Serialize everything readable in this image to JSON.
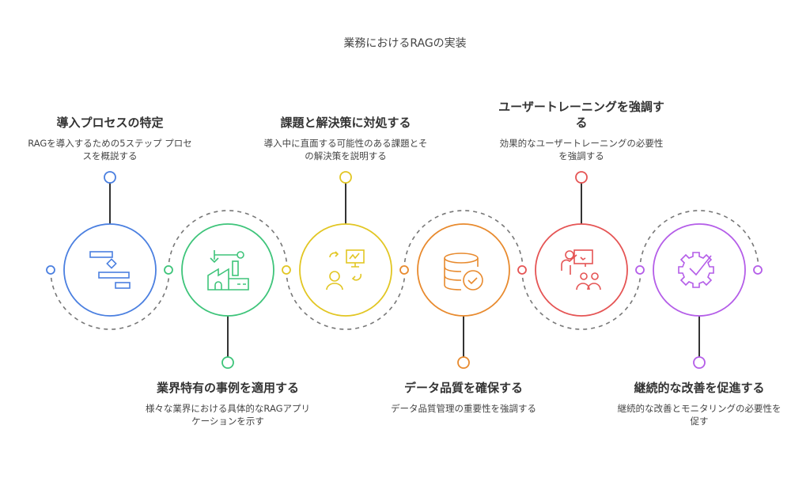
{
  "title": "業務におけるRAGの実装",
  "steps": [
    {
      "title": "導入プロセスの特定",
      "desc": "RAGを導入するための5ステップ プロセスを概説する",
      "color": "#4a7fe0",
      "icon": "gantt-chart-icon"
    },
    {
      "title": "業界特有の事例を適用する",
      "desc": "様々な業界における具体的なRAGアプリケーションを示す",
      "color": "#3ec47a",
      "icon": "factory-robot-arm-icon"
    },
    {
      "title": "課題と解決策に対処する",
      "desc": "導入中に直面する可能性のある課題とその解決策を説明する",
      "color": "#e2c623",
      "icon": "person-presentation-exchange-icon"
    },
    {
      "title": "データ品質を確保する",
      "desc": "データ品質管理の重要性を強調する",
      "color": "#e88a2e",
      "icon": "database-check-icon"
    },
    {
      "title": "ユーザートレーニングを強調する",
      "desc": "効果的なユーザートレーニングの必要性を強調する",
      "color": "#e55454",
      "icon": "training-presenter-icon"
    },
    {
      "title": "継続的な改善を促進する",
      "desc": "継続的な改善とモニタリングの必要性を促す",
      "color": "#b45de8",
      "icon": "gear-check-icon"
    }
  ]
}
